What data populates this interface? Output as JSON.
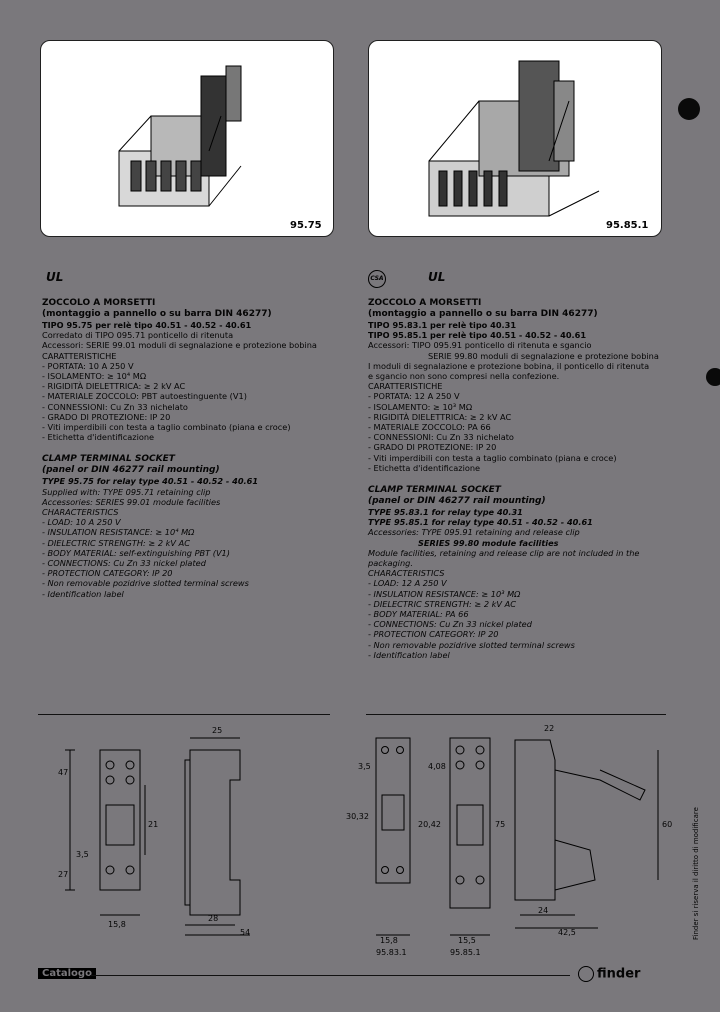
{
  "photos": {
    "left_caption": "95.75",
    "right_caption": "95.85.1"
  },
  "certs": {
    "left": [
      "UL"
    ],
    "right": [
      "CSA",
      "UL"
    ]
  },
  "left_col": {
    "it": {
      "title": "ZOCCOLO A MORSETTI",
      "subtitle": "(montaggio a pannello o su barra DIN 46277)",
      "lines": [
        "TIPO 95.75 per relè tipo 40.51 - 40.52 - 40.61",
        "Corredato di TIPO 095.71 ponticello di ritenuta",
        "Accessori: SERIE 99.01 moduli di segnalazione e protezione bobina",
        "CARATTERISTICHE",
        "- PORTATA: 10 A 250 V",
        "- ISOLAMENTO: ≥ 10⁴ MΩ",
        "- RIGIDITÀ DIELETTRICA: ≥ 2 kV AC",
        "- MATERIALE ZOCCOLO: PBT autoestinguente (V1)",
        "- CONNESSIONI: Cu Zn 33 nichelato",
        "- GRADO DI PROTEZIONE: IP 20",
        "- Viti imperdibili con testa a taglio combinato (piana e croce)",
        "- Etichetta d'identificazione"
      ]
    },
    "en": {
      "title": "CLAMP TERMINAL SOCKET",
      "subtitle": "(panel or DIN 46277 rail mounting)",
      "lines": [
        "TYPE 95.75 for relay type 40.51 - 40.52 - 40.61",
        "Supplied with: TYPE 095.71 retaining clip",
        "Accessories: SERIES 99.01 module facilities",
        "CHARACTERISTICS",
        "- LOAD: 10 A 250 V",
        "- INSULATION RESISTANCE: ≥ 10⁴ MΩ",
        "- DIELECTRIC STRENGTH: ≥ 2 kV AC",
        "- BODY MATERIAL: self-extinguishing PBT (V1)",
        "- CONNECTIONS: Cu Zn 33 nickel plated",
        "- PROTECTION CATEGORY: IP 20",
        "- Non removable pozidrive slotted terminal screws",
        "- Identification label"
      ]
    }
  },
  "right_col": {
    "it": {
      "title": "ZOCCOLO A MORSETTI",
      "subtitle": "(montaggio a pannello o su barra DIN 46277)",
      "lines": [
        "TIPO 95.83.1 per relè tipo 40.31",
        "TIPO 95.85.1 per relè tipo 40.51 - 40.52 - 40.61",
        "Accessori: TIPO 095.91 ponticello di ritenuta e sgancio",
        "SERIE 99.80 moduli di segnalazione e protezione bobina",
        "I moduli di segnalazione e protezione bobina, il ponticello di ritenuta",
        "e sgancio non sono compresi nella confezione.",
        "CARATTERISTICHE",
        "- PORTATA: 12 A 250 V",
        "- ISOLAMENTO: ≥ 10³ MΩ",
        "- RIGIDITÀ DIELETTRICA: ≥ 2 kV AC",
        "- MATERIALE ZOCCOLO: PA 66",
        "- CONNESSIONI: Cu Zn 33 nichelato",
        "- GRADO DI PROTEZIONE: IP 20",
        "- Viti imperdibili con testa a taglio combinato (piana e croce)",
        "- Etichetta d'identificazione"
      ]
    },
    "en": {
      "title": "CLAMP TERMINAL SOCKET",
      "subtitle": "(panel or DIN 46277 rail mounting)",
      "lines": [
        "TYPE 95.83.1 for relay type 40.31",
        "TYPE 95.85.1 for relay type 40.51 - 40.52 - 40.61",
        "Accessories: TYPE 095.91 retaining and release clip",
        "SERIES 99.80 module facilities",
        "Module facilities, retaining and release clip are not included in the",
        "packaging.",
        "CHARACTERISTICS",
        "- LOAD: 12 A 250 V",
        "- INSULATION RESISTANCE: ≥ 10³ MΩ",
        "- DIELECTRIC STRENGTH: ≥ 2 kV AC",
        "- BODY MATERIAL: PA 66",
        "- CONNECTIONS: Cu Zn 33 nickel plated",
        "- PROTECTION CATEGORY: IP 20",
        "- Non removable pozidrive slotted terminal screws",
        "- Identification label"
      ]
    }
  },
  "dims": {
    "left": {
      "d25": "25",
      "d47": "47",
      "d21": "21",
      "d27": "27",
      "d35": "3,5",
      "d15_8": "15,8",
      "d28": "28",
      "d54": "54"
    },
    "right": {
      "d22": "22",
      "d35": "3,5",
      "d30_32": "30,32",
      "d4_08": "4,08",
      "d20_42": "20,42",
      "d75": "75",
      "d60": "60",
      "d24": "24",
      "d42_5": "42,5",
      "d15_8": "15,8",
      "d15_5": "15,5",
      "lab1": "95.83.1",
      "lab2": "95.85.1"
    }
  },
  "footer": {
    "left": "Catalogo",
    "brand": "finder"
  },
  "side_text": "Finder si riserva il diritto di modificare"
}
